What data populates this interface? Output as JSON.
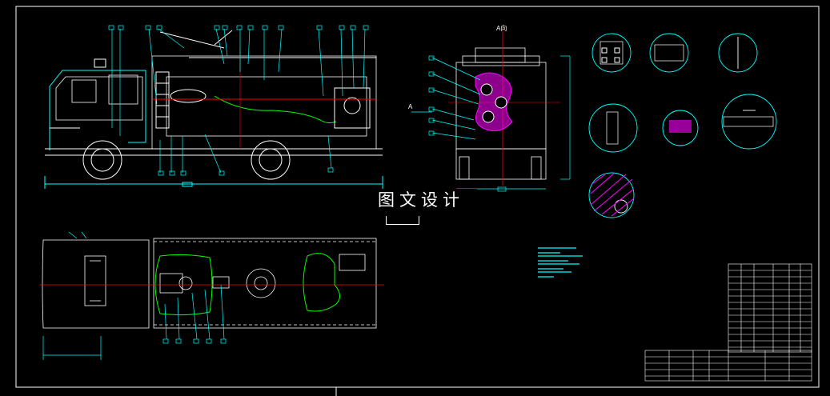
{
  "sheet": {
    "watermark_text": "图文设计",
    "section_marker_top": "A向",
    "section_marker_side": "A"
  },
  "colors": {
    "background": "#000000",
    "frame": "#ffffff",
    "outline": "#00ffff",
    "leader": "#00ffff",
    "boundary": "#00ff00",
    "centerline": "#ff0000",
    "hatch": "#ff00ff"
  },
  "views": [
    "side-elevation",
    "rear-view",
    "plan-view",
    "detail-circles",
    "legend-block",
    "title-block"
  ]
}
